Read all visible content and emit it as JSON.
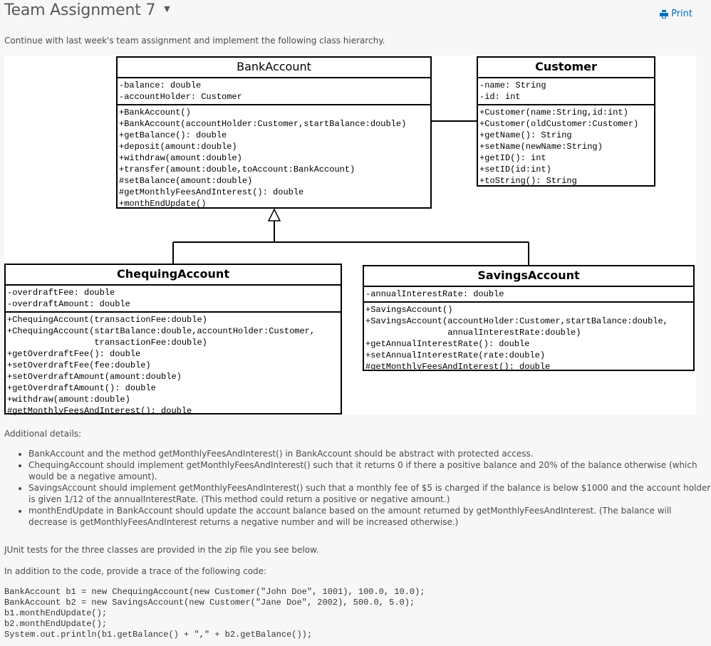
{
  "header": {
    "title": "Team Assignment 7",
    "print_label": "Print",
    "accent_color": "#006fbf"
  },
  "intro": "Continue with last week's team assignment and implement the following class hierarchy.",
  "diagram": {
    "bank_account": {
      "name": "BankAccount",
      "attributes": [
        "-balance: double",
        "-accountHolder: Customer"
      ],
      "methods": [
        "+BankAccount()",
        "+BankAccount(accountHolder:Customer,startBalance:double)",
        "+getBalance(): double",
        "+deposit(amount:double)",
        "+withdraw(amount:double)",
        "+transfer(amount:double,toAccount:BankAccount)",
        "#setBalance(amount:double)",
        "#getMonthlyFeesAndInterest(): double",
        "+monthEndUpdate()"
      ]
    },
    "customer": {
      "name": "Customer",
      "attributes": [
        "-name: String",
        "-id: int"
      ],
      "methods": [
        "+Customer(name:String,id:int)",
        "+Customer(oldCustomer:Customer)",
        "+getName(): String",
        "+setName(newName:String)",
        "+getID(): int",
        "+setID(id:int)",
        "+toString(): String"
      ]
    },
    "chequing_account": {
      "name": "ChequingAccount",
      "attributes": [
        "-overdraftFee: double",
        "-overdraftAmount: double"
      ],
      "methods": [
        "+ChequingAccount(transactionFee:double)",
        "+ChequingAccount(startBalance:double,accountHolder:Customer,",
        "                 transactionFee:double)",
        "+getOverdraftFee(): double",
        "+setOverdraftFee(fee:double)",
        "+setOverdraftAmount(amount:double)",
        "+getOverdraftAmount(): double",
        "+withdraw(amount:double)",
        "#getMonthlyFeesAndInterest(): double"
      ]
    },
    "savings_account": {
      "name": "SavingsAccount",
      "attributes": [
        "-annualInterestRate: double"
      ],
      "methods": [
        "+SavingsAccount()",
        "+SavingsAccount(accountHolder:Customer,startBalance:double,",
        "                annualInterestRate:double)",
        "+getAnnualInterestRate(): double",
        "+setAnnualInterestRate(rate:double)",
        "#getMonthlyFeesAndInterest(): double"
      ]
    }
  },
  "additional_heading": "Additional details:",
  "bullets": [
    "BankAccount and the method getMonthlyFeesAndInterest() in BankAccount should be abstract with protected access.",
    "ChequingAccount should implement getMonthlyFeesAndInterest() such that it returns 0 if there a positive balance and 20% of the balance otherwise (which would be a negative amount).",
    "SavingsAccount should implement getMonthlyFeesAndInterest() such that a monthly fee of $5 is charged if the balance is below $1000 and the account holder is given 1/12 of the annualInterestRate.  (This method could return a positive or negative amount.)",
    "monthEndUpdate in BankAccount should update the account balance based on the amount returned by getMonthlyFeesAndInterest.  (The balance will decrease is getMonthlyFeesAndInterest returns a negative number and will be increased otherwise.)"
  ],
  "junit_text": "JUnit tests for the three classes are provided in the zip file you see below.",
  "trace_text": "In addition to the code, provide a trace of the following code:",
  "code_lines": [
    "BankAccount b1 = new ChequingAccount(new Customer(\"John Doe\", 1001), 100.0, 10.0);",
    "BankAccount b2 = new SavingsAccount(new Customer(\"Jane Doe\", 2002), 500.0, 5.0);",
    "b1.monthEndUpdate();",
    "b2.monthEndUpdate();",
    "System.out.println(b1.getBalance() + \",\" + b2.getBalance());"
  ]
}
